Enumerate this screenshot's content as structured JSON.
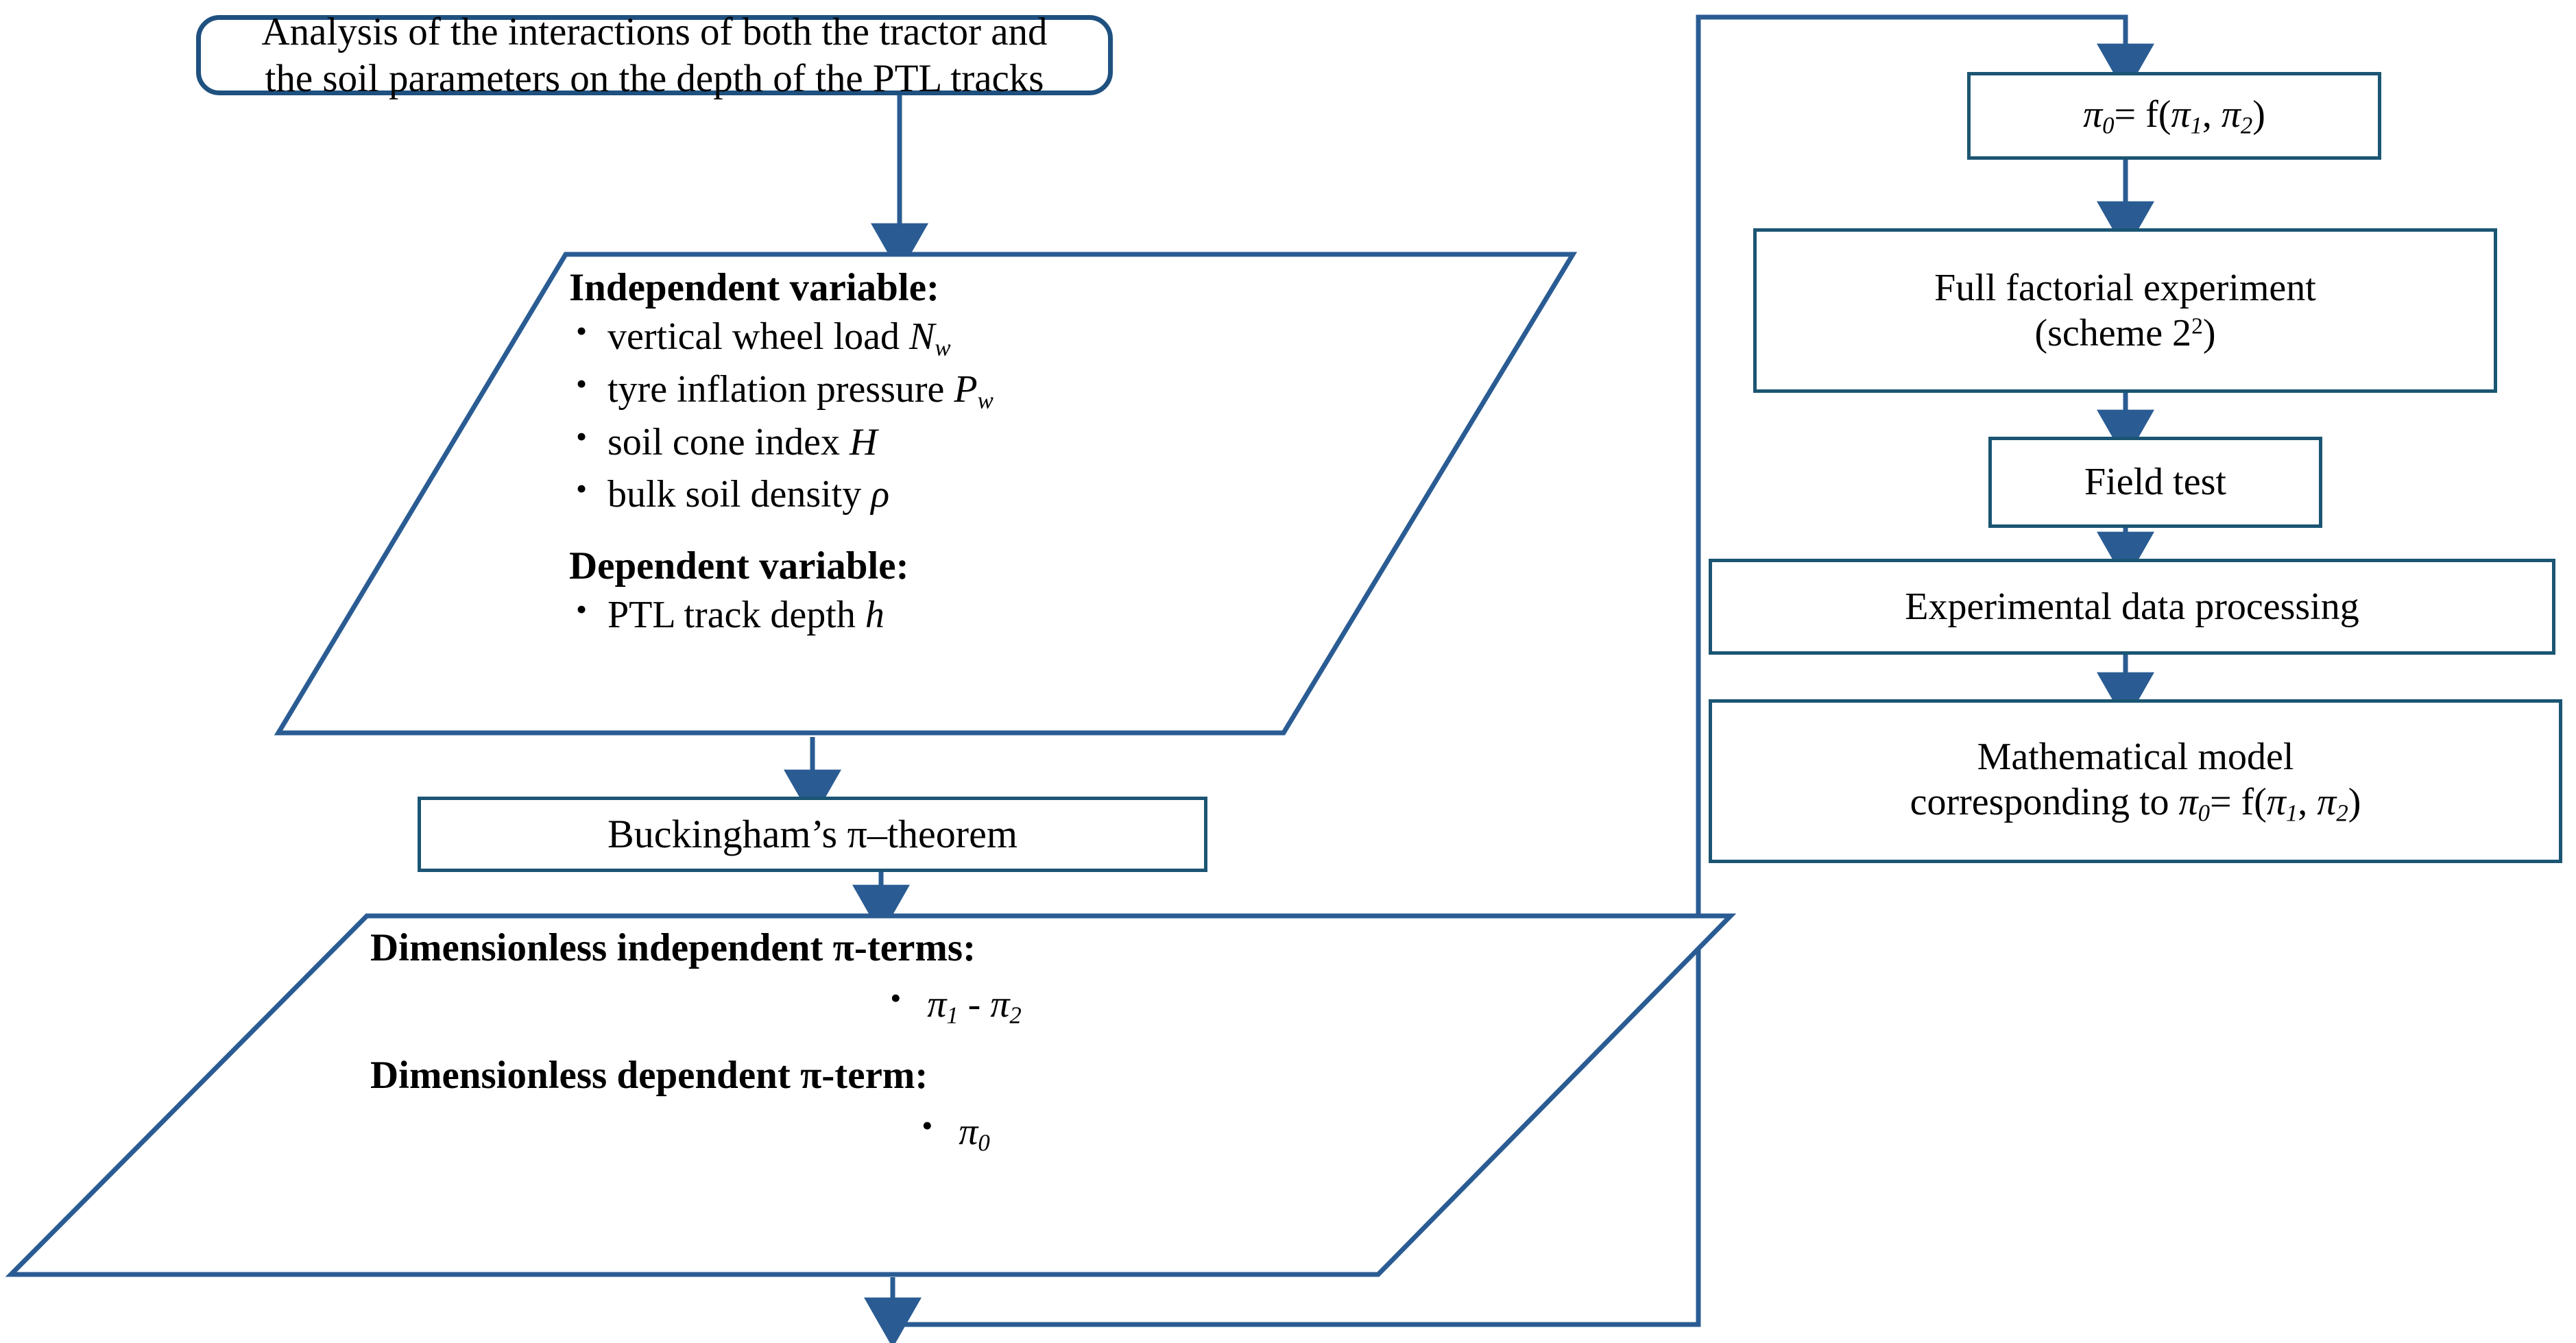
{
  "diagram": {
    "title_box": {
      "line1": "Analysis of the interactions of both the tractor and",
      "line2": "the soil parameters on the depth of the PTL tracks"
    },
    "variables_box": {
      "independent_header": "Independent variable:",
      "independent_items": [
        {
          "text": "vertical wheel load ",
          "symbol": "N",
          "subscript": "w"
        },
        {
          "text": "tyre inflation pressure ",
          "symbol": "P",
          "subscript": "w"
        },
        {
          "text": " soil cone index ",
          "symbol": "H",
          "subscript": ""
        },
        {
          "text": " bulk soil density ",
          "symbol": "ρ",
          "subscript": ""
        }
      ],
      "dependent_header": "Dependent variable:",
      "dependent_items": [
        {
          "text": "PTL track depth ",
          "symbol": "h",
          "subscript": ""
        }
      ]
    },
    "theorem_box": {
      "label": "Buckingham’s π–theorem"
    },
    "piterms_box": {
      "independent_header": "Dimensionless independent π-terms:",
      "independent_item": "π1 - π2",
      "dependent_header": "Dimensionless dependent π-term:",
      "dependent_item": "π0"
    },
    "pi_function_box": {
      "label": "π0= f(π1, π2)"
    },
    "full_factorial_box": {
      "line1": "Full factorial experiment",
      "line2": "(scheme 2²)"
    },
    "field_test_box": {
      "label": "Field test"
    },
    "data_processing_box": {
      "label": "Experimental data processing"
    },
    "math_model_box": {
      "line1": "Mathematical model",
      "line2": "corresponding to π0= f(π1, π2)"
    },
    "colors": {
      "rect_border": "#1B5573",
      "rounded_border": "#1F5180",
      "parallelogram_border": "#2A5C93",
      "connector": "#2A5C93",
      "background": "#FFFFFF",
      "text": "#000000"
    }
  }
}
